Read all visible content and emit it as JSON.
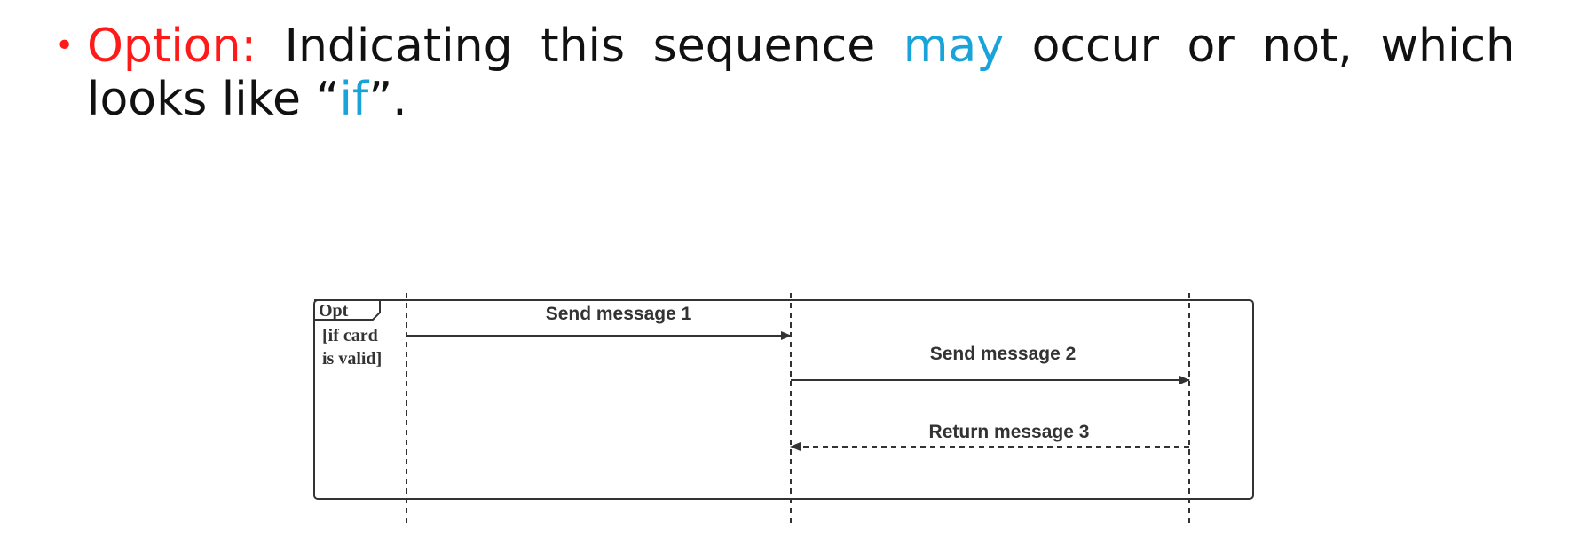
{
  "bullet": {
    "label": "Option:",
    "text_1": " Indicating this sequence ",
    "keyword_may": "may",
    "text_2": " occur or not, which looks like “",
    "keyword_if": "if",
    "text_3": "”."
  },
  "diagram": {
    "fragment": {
      "operator": "Opt",
      "guard_line_1": "[if card",
      "guard_line_2": "is valid]"
    },
    "messages": [
      {
        "label": "Send message 1",
        "from": 1,
        "to": 2,
        "kind": "sync"
      },
      {
        "label": "Send message 2",
        "from": 2,
        "to": 3,
        "kind": "sync"
      },
      {
        "label": "Return message 3",
        "from": 3,
        "to": 2,
        "kind": "return"
      }
    ]
  },
  "colors": {
    "label_red": "#ff1a1a",
    "keyword_blue": "#1aa3d9",
    "text": "#111111",
    "diagram_stroke": "#333333"
  }
}
